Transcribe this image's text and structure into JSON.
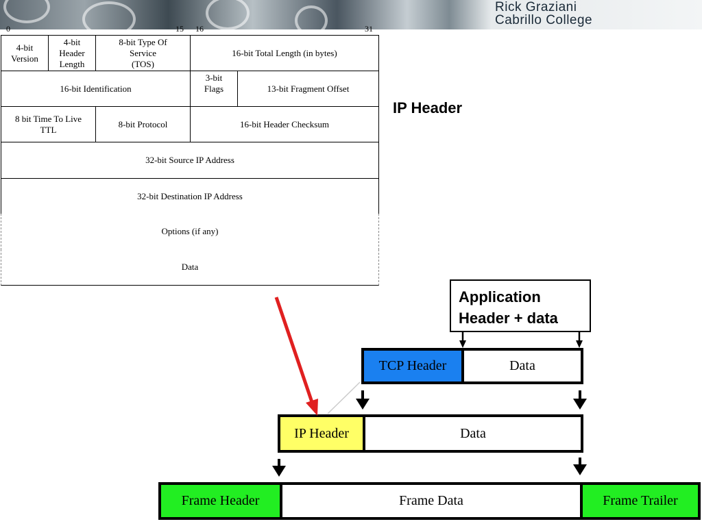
{
  "banner": {
    "title": "Rick Graziani\nCabrillo College"
  },
  "bit_labels": {
    "b0": "0",
    "b15": "15",
    "b16": "16",
    "b31": "31"
  },
  "ip_header_fields": {
    "version": "4-bit\nVersion",
    "header_length": "4-bit\nHeader\nLength",
    "tos": "8-bit Type Of\nService\n(TOS)",
    "total_length": "16-bit Total Length (in bytes)",
    "identification": "16-bit Identification",
    "flags": "3-bit\nFlags",
    "fragment_offset": "13-bit Fragment Offset",
    "ttl": "8 bit Time To Live\nTTL",
    "protocol": "8-bit Protocol",
    "checksum": "16-bit Header Checksum",
    "source": "32-bit Source IP Address",
    "destination": "32-bit Destination IP Address",
    "options": "Options (if any)",
    "data": "Data"
  },
  "title": "IP Header",
  "encapsulation": {
    "application": "Application\nHeader + data",
    "tcp_header": "TCP Header",
    "tcp_data": "Data",
    "ip_header": "IP Header",
    "ip_data": "Data",
    "frame_header": "Frame Header",
    "frame_data": "Frame Data",
    "frame_trailer": "Frame Trailer"
  },
  "colors": {
    "tcp_header": "#1a80f0",
    "ip_header": "#ffff66",
    "frame": "#22ee22",
    "pointer_arrow": "#e02020"
  }
}
